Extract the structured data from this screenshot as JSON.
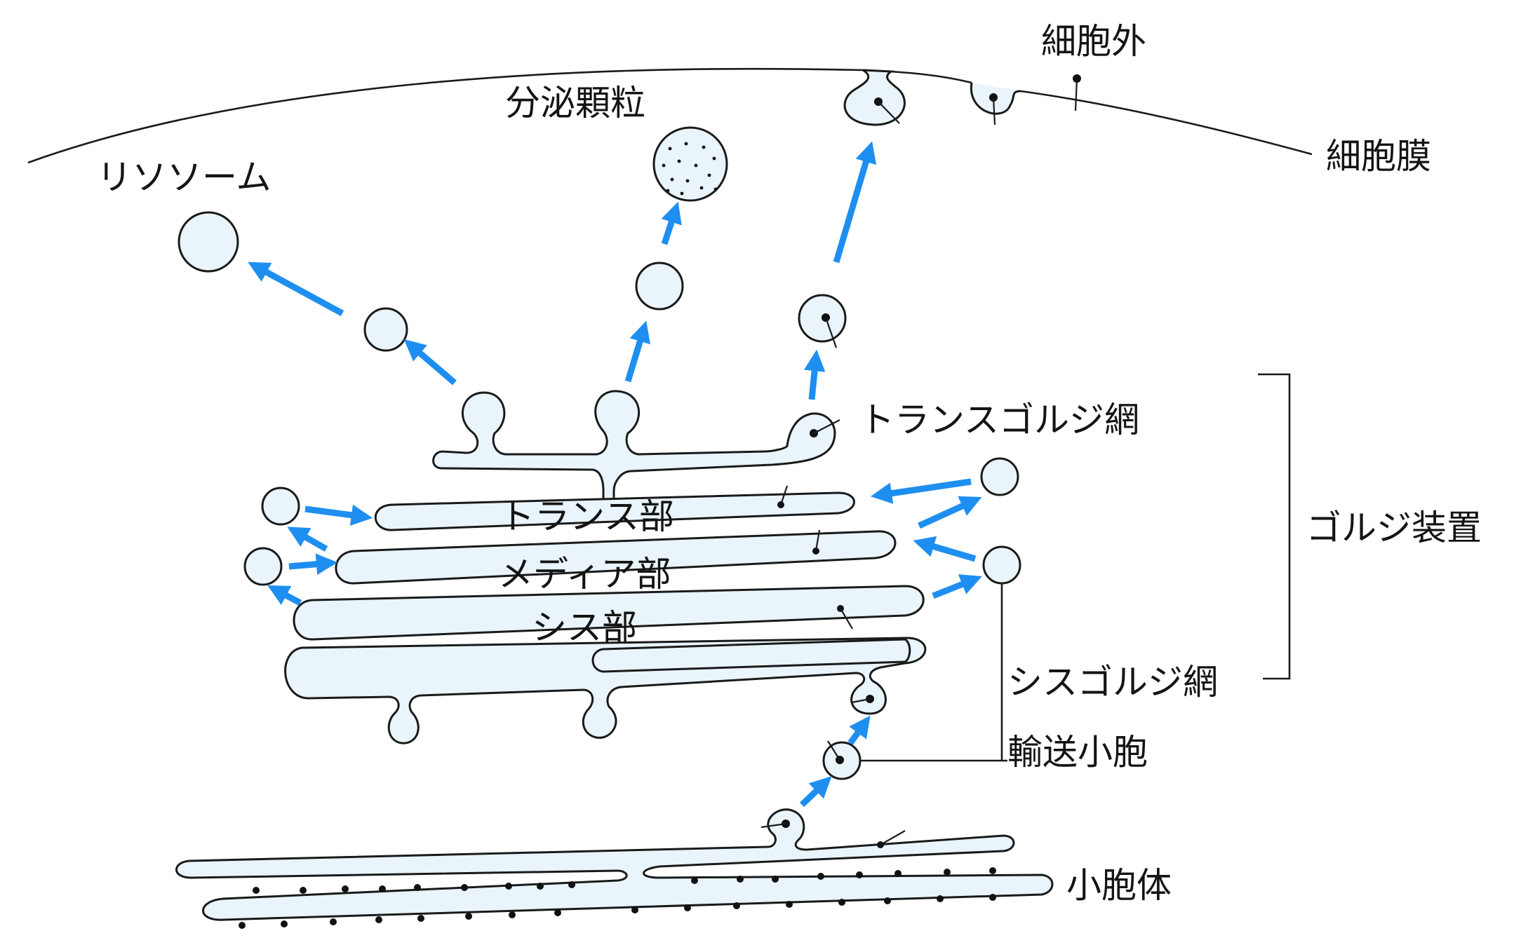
{
  "labels": {
    "extracellular": "細胞外",
    "secretory_granule": "分泌顆粒",
    "plasma_membrane": "細胞膜",
    "lysosome": "リソソーム",
    "trans_golgi_network": "トランスゴルジ網",
    "trans_cisterna": "トランス部",
    "medial_cisterna": "メディア部",
    "cis_cisterna": "シス部",
    "golgi_apparatus": "ゴルジ装置",
    "cis_golgi_network": "シスゴルジ網",
    "transport_vesicle": "輸送小胞",
    "endoplasmic_reticulum": "小胞体"
  },
  "colors": {
    "arrow": "#1e8ff0",
    "membrane_fill": "#e9f4fb",
    "outline": "#1a1a1a"
  }
}
